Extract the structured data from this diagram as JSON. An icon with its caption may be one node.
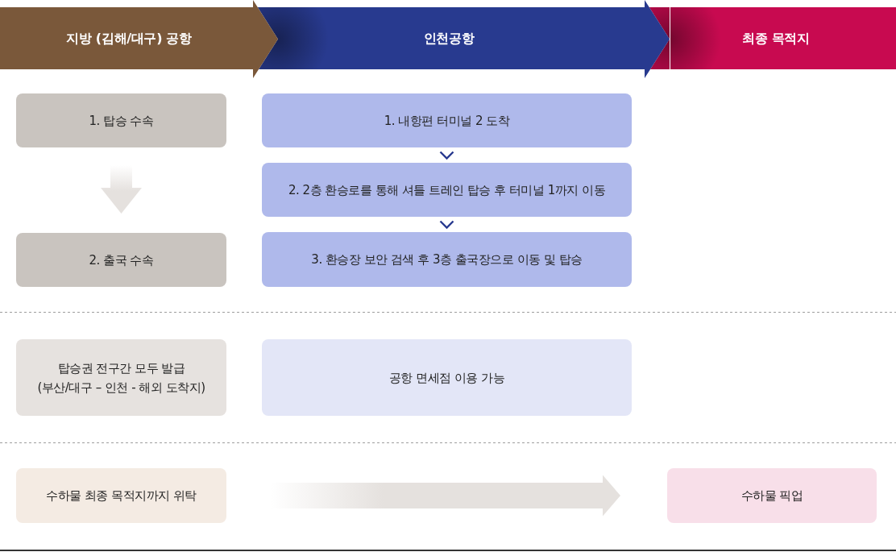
{
  "diagram": {
    "nodes": [
      {
        "text": [
          "지방 (김해/대구) 공항"
        ]
      },
      {
        "text": [
          "인천공항"
        ]
      },
      {
        "text": [
          "최종 목적지"
        ]
      },
      {
        "text": [
          "1. 탑승 수속"
        ]
      },
      {
        "text": [
          "2. 출국 수속"
        ]
      },
      {
        "text": [
          "1. 내항편 터미널 2 도착"
        ]
      },
      {
        "text": [
          "2. 2층 환승로를 통해 셔틀 트레인 탑승 후 터미널 1까지 이동"
        ]
      },
      {
        "text": [
          "3. 환승장 보안 검색 후 3층 출국장으로 이동 및 탑승"
        ]
      },
      {
        "text": [
          "탑승권 전구간 모두 발급 (부산/대구 – 인천 - 해외 도착지)"
        ]
      },
      {
        "text": [
          "공항 면세점 이용 가능"
        ]
      },
      {
        "text": [
          "수하물 최종 목적지까지 위탁"
        ]
      },
      {
        "text": [
          "수하물 픽업"
        ]
      }
    ],
    "edges": [
      {
        "from": 3,
        "to": 4,
        "arrow": "to",
        "style": "thick",
        "color": "#e5e1de"
      },
      {
        "from": 5,
        "to": 6,
        "arrow": "to"
      },
      {
        "from": 6,
        "to": 7,
        "arrow": "to"
      },
      {
        "from": 10,
        "to": 11,
        "arrow": "to",
        "style": "thick",
        "color": "#e5e1de"
      }
    ]
  }
}
